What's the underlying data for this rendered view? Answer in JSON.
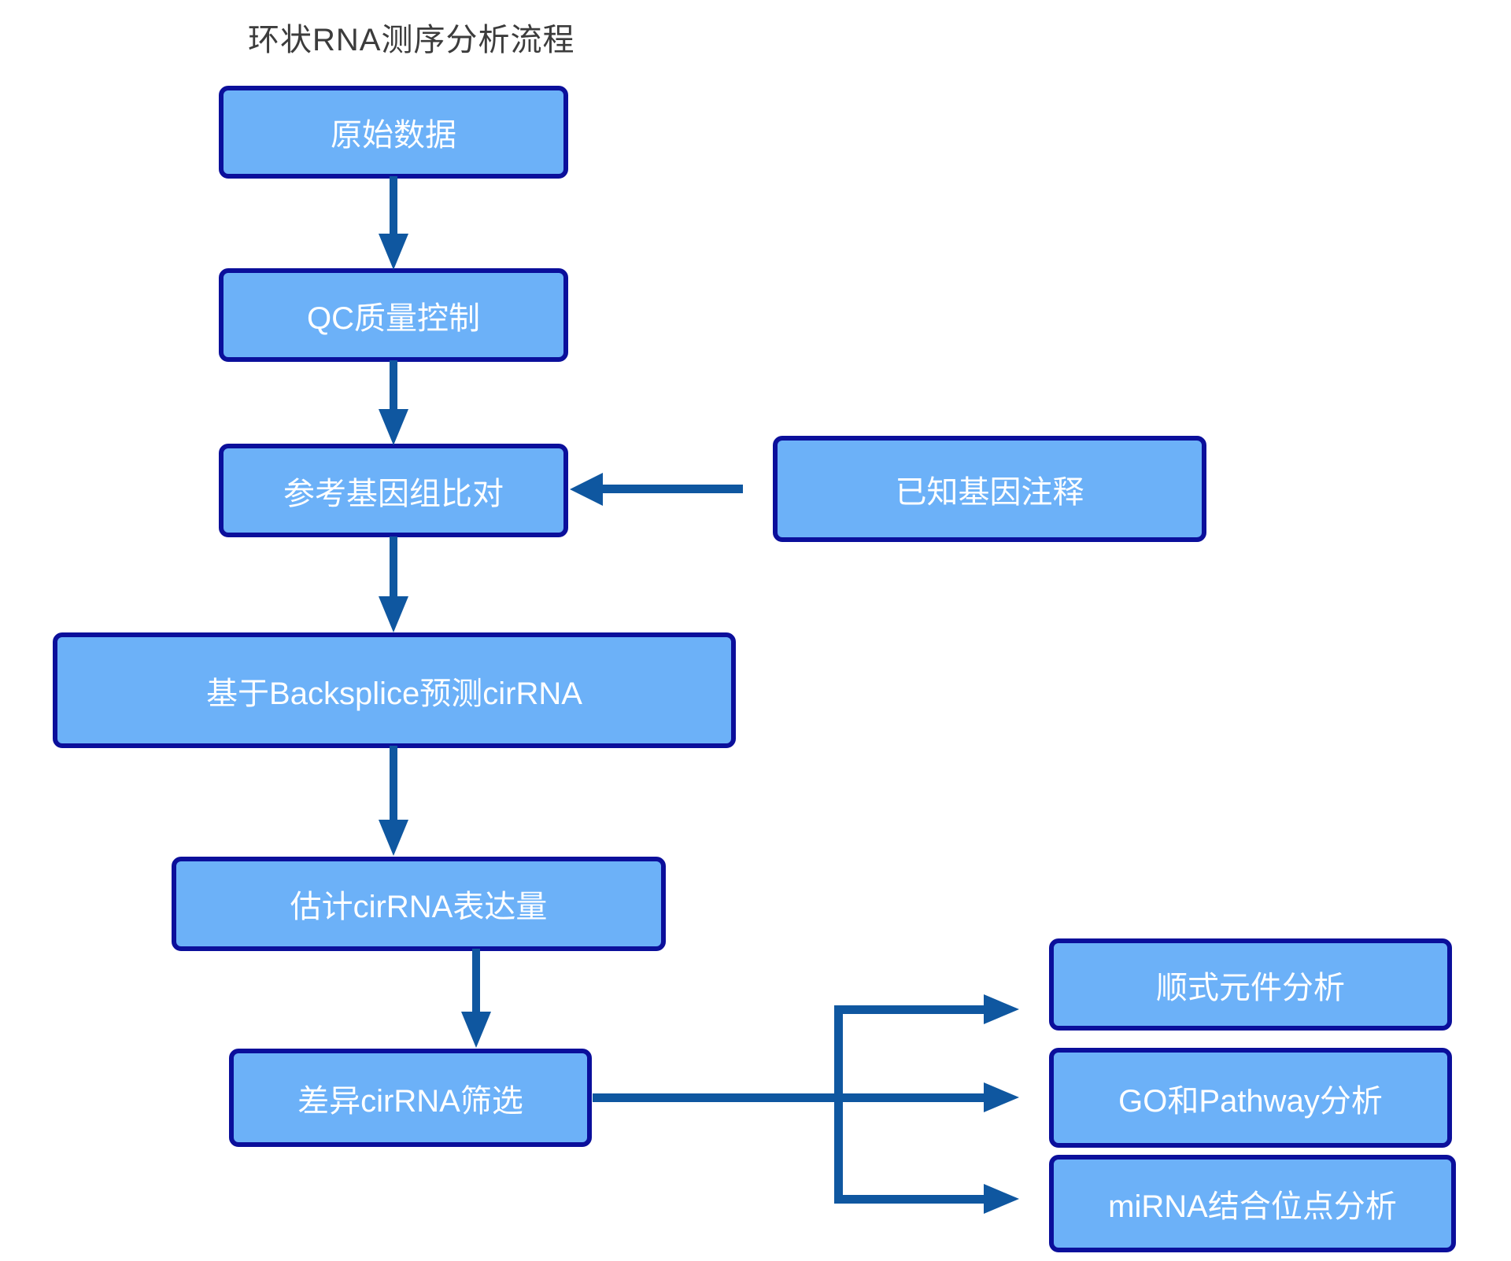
{
  "title": "环状RNA测序分析流程",
  "colors": {
    "background": "#ffffff",
    "box_fill": "#6cb1f8",
    "box_border": "#0b0f9b",
    "box_text": "#ffffff",
    "arrow": "#0f57a0",
    "title_text": "#3c3c3c"
  },
  "nodes": {
    "raw": {
      "label": "原始数据"
    },
    "qc": {
      "label": "QC质量控制"
    },
    "align": {
      "label": "参考基因组比对"
    },
    "annotation": {
      "label": "已知基因注释"
    },
    "predict": {
      "label": "基于Backsplice预测cirRNA"
    },
    "expression": {
      "label": "估计cirRNA表达量"
    },
    "diff": {
      "label": "差异cirRNA筛选"
    },
    "cis": {
      "label": "顺式元件分析"
    },
    "go": {
      "label": "GO和Pathway分析"
    },
    "mirna": {
      "label": "miRNA结合位点分析"
    }
  },
  "flow": {
    "main_path": [
      "原始数据",
      "QC质量控制",
      "参考基因组比对",
      "基于Backsplice预测cirRNA",
      "估计cirRNA表达量",
      "差异cirRNA筛选"
    ],
    "input_to_align": "已知基因注释",
    "diff_outputs": [
      "顺式元件分析",
      "GO和Pathway分析",
      "miRNA结合位点分析"
    ]
  }
}
